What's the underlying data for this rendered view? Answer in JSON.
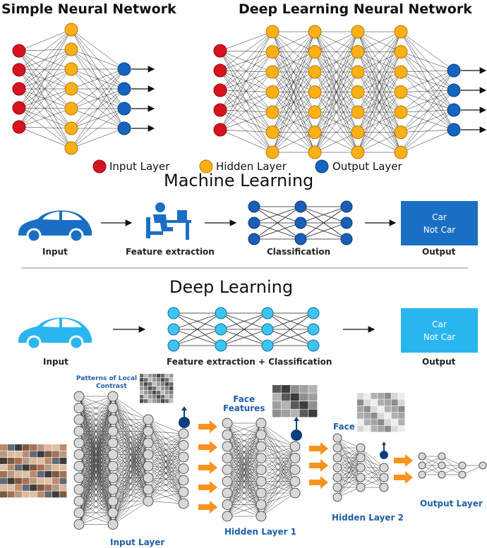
{
  "top": {
    "simple_title": "Simple Neural Network",
    "deep_title": "Deep Learning Neural Network",
    "legend": {
      "input": "Input Layer",
      "hidden": "Hidden Layer",
      "output": "Output Layer"
    }
  },
  "ml": {
    "title": "Machine Learning",
    "input_label": "Input",
    "feature_label": "Feature extraction",
    "classification_label": "Classification",
    "output_label": "Output",
    "box_line1": "Car",
    "box_line2": "Not Car"
  },
  "dl": {
    "title": "Deep Learning",
    "input_label": "Input",
    "fc_label": "Feature extraction + Classification",
    "output_label": "Output",
    "box_line1": "Car",
    "box_line2": "Not Car"
  },
  "face": {
    "patterns_label_line1": "Patterns of Local",
    "patterns_label_line2": "Contrast",
    "face_features_line1": "Face",
    "face_features_line2": "Features",
    "face_label": "Face",
    "input_layer": "Input Layer",
    "hidden1": "Hidden Layer 1",
    "hidden2": "Hidden Layer 2",
    "output_layer": "Output Layer"
  },
  "colors": {
    "input_node": "#d9121f",
    "hidden_node": "#fbb017",
    "output_node": "#1565c0",
    "ml_blue": "#1a6fc4",
    "dl_cyan": "#29b6f0",
    "face_arrow": "#f7931e",
    "face_label_blue": "#1f5fa8"
  }
}
